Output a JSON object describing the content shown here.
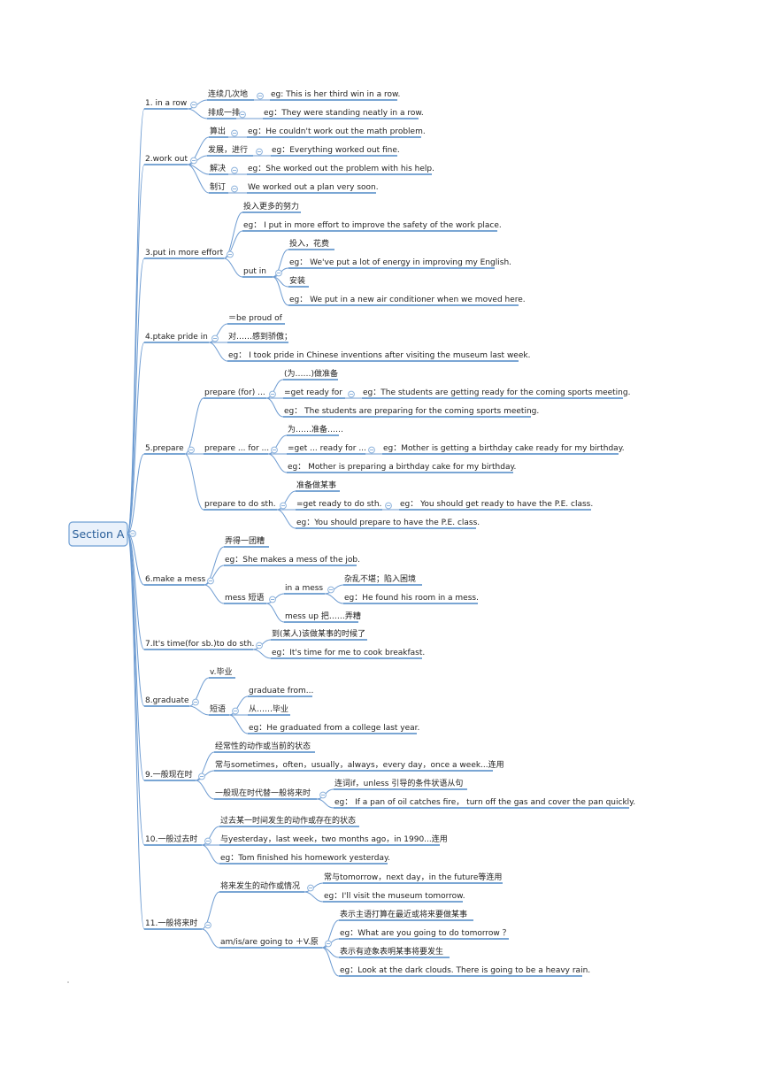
{
  "root": "Section A",
  "nodes": [
    {
      "id": "n1",
      "text": "1. in a row",
      "parent": "root"
    },
    {
      "id": "n1a",
      "text": "连续几次地",
      "parent": "n1"
    },
    {
      "id": "n1a1",
      "text": "eg: This is her third win in a row.",
      "parent": "n1a"
    },
    {
      "id": "n1b",
      "text": "排成一排",
      "parent": "n1"
    },
    {
      "id": "n1b1",
      "text": "eg：They were standing neatly in a row.",
      "parent": "n1b"
    },
    {
      "id": "n2",
      "text": "2.work out",
      "parent": "root"
    },
    {
      "id": "n2a",
      "text": "算出",
      "parent": "n2"
    },
    {
      "id": "n2a1",
      "text": "eg：He couldn't work out the math problem.",
      "parent": "n2a"
    },
    {
      "id": "n2b",
      "text": "发展，进行",
      "parent": "n2"
    },
    {
      "id": "n2b1",
      "text": "eg：Everything worked out fine.",
      "parent": "n2b"
    },
    {
      "id": "n2c",
      "text": "解决",
      "parent": "n2"
    },
    {
      "id": "n2c1",
      "text": "eg：She worked out the problem with his help.",
      "parent": "n2c"
    },
    {
      "id": "n2d",
      "text": "制订",
      "parent": "n2"
    },
    {
      "id": "n2d1",
      "text": "We worked out a plan very soon.",
      "parent": "n2d"
    },
    {
      "id": "n3",
      "text": "3.put in more effort",
      "parent": "root"
    },
    {
      "id": "n3a",
      "text": "投入更多的努力",
      "parent": "n3"
    },
    {
      "id": "n3b",
      "text": "eg： I put in more effort to improve the safety of the work place.",
      "parent": "n3"
    },
    {
      "id": "n3c",
      "text": "put in",
      "parent": "n3"
    },
    {
      "id": "n3c1",
      "text": "投入，花费",
      "parent": "n3c"
    },
    {
      "id": "n3c2",
      "text": "eg： We've put a lot of energy in improving my English.",
      "parent": "n3c"
    },
    {
      "id": "n3c3",
      "text": "安装",
      "parent": "n3c"
    },
    {
      "id": "n3c4",
      "text": "eg： We put in a new air conditioner when we moved here.",
      "parent": "n3c"
    },
    {
      "id": "n4",
      "text": "4.ptake pride in",
      "parent": "root"
    },
    {
      "id": "n4a",
      "text": "＝be proud of",
      "parent": "n4"
    },
    {
      "id": "n4b",
      "text": "对……感到骄傲；",
      "parent": "n4"
    },
    {
      "id": "n4c",
      "text": "eg： I took pride in Chinese inventions after visiting the museum last week.",
      "parent": "n4"
    },
    {
      "id": "n5",
      "text": "5.prepare",
      "parent": "root"
    },
    {
      "id": "n5a",
      "text": "prepare (for) ...",
      "parent": "n5"
    },
    {
      "id": "n5a1",
      "text": "(为……)做准备",
      "parent": "n5a"
    },
    {
      "id": "n5a2",
      "text": "=get ready for",
      "parent": "n5a"
    },
    {
      "id": "n5a2a",
      "text": "eg：The students are getting ready for the coming sports meeting.",
      "parent": "n5a2"
    },
    {
      "id": "n5a3",
      "text": "eg： The students are preparing for the coming sports meeting.",
      "parent": "n5a"
    },
    {
      "id": "n5b",
      "text": "prepare ... for ...",
      "parent": "n5"
    },
    {
      "id": "n5b1",
      "text": "为……准备……",
      "parent": "n5b"
    },
    {
      "id": "n5b2",
      "text": "=get ... ready for ...",
      "parent": "n5b"
    },
    {
      "id": "n5b2a",
      "text": "eg：Mother is getting a birthday cake ready for my birthday.",
      "parent": "n5b2"
    },
    {
      "id": "n5b3",
      "text": "eg： Mother is preparing a birthday cake for my  birthday.",
      "parent": "n5b"
    },
    {
      "id": "n5c",
      "text": "prepare to do sth.",
      "parent": "n5"
    },
    {
      "id": "n5c1",
      "text": "准备做某事",
      "parent": "n5c"
    },
    {
      "id": "n5c2",
      "text": "=get ready to do sth.",
      "parent": "n5c"
    },
    {
      "id": "n5c2a",
      "text": "eg： You should get ready to have the P.E. class.",
      "parent": "n5c2"
    },
    {
      "id": "n5c3",
      "text": "eg：You should prepare to have the P.E. class.",
      "parent": "n5c"
    },
    {
      "id": "n6",
      "text": "6.make a mess",
      "parent": "root"
    },
    {
      "id": "n6a",
      "text": "弄得一团糟",
      "parent": "n6"
    },
    {
      "id": "n6b",
      "text": "eg：She makes a mess of the job.",
      "parent": "n6"
    },
    {
      "id": "n6c",
      "text": "mess 短语",
      "parent": "n6"
    },
    {
      "id": "n6c1",
      "text": "in a mess",
      "parent": "n6c"
    },
    {
      "id": "n6c1a",
      "text": "杂乱不堪；陷入困境",
      "parent": "n6c1"
    },
    {
      "id": "n6c1b",
      "text": "eg：He found his room in a mess.",
      "parent": "n6c1"
    },
    {
      "id": "n6c2",
      "text": "mess up 把……弄糟",
      "parent": "n6c"
    },
    {
      "id": "n7",
      "text": "7.It's time(for sb.)to do sth.",
      "parent": "root"
    },
    {
      "id": "n7a",
      "text": "到(某人)该做某事的时候了",
      "parent": "n7"
    },
    {
      "id": "n7b",
      "text": "eg：It's time for me to cook breakfast.",
      "parent": "n7"
    },
    {
      "id": "n8",
      "text": "8.graduate",
      "parent": "root"
    },
    {
      "id": "n8a",
      "text": "v.毕业",
      "parent": "n8"
    },
    {
      "id": "n8b",
      "text": "短语",
      "parent": "n8"
    },
    {
      "id": "n8b1",
      "text": "graduate from...",
      "parent": "n8b"
    },
    {
      "id": "n8b2",
      "text": "从……毕业",
      "parent": "n8b"
    },
    {
      "id": "n8b3",
      "text": "eg：He graduated from a college last year.",
      "parent": "n8b"
    },
    {
      "id": "n9",
      "text": "9.一般现在时",
      "parent": "root"
    },
    {
      "id": "n9a",
      "text": "经常性的动作或当前的状态",
      "parent": "n9"
    },
    {
      "id": "n9b",
      "text": "常与sometimes，often，usually，always，every day，once a week...连用",
      "parent": "n9"
    },
    {
      "id": "n9c",
      "text": "一般现在时代替一般将来时",
      "parent": "n9"
    },
    {
      "id": "n9c1",
      "text": "连词if，unless 引导的条件状语从句",
      "parent": "n9c"
    },
    {
      "id": "n9c2",
      "text": "eg： If a pan of oil catches fire， turn off the gas and cover the pan quickly.",
      "parent": "n9c"
    },
    {
      "id": "n10",
      "text": "10.一般过去时",
      "parent": "root"
    },
    {
      "id": "n10a",
      "text": "过去某一时间发生的动作或存在的状态",
      "parent": "n10"
    },
    {
      "id": "n10b",
      "text": "与yesterday，last week，two months ago，in 1990...连用",
      "parent": "n10"
    },
    {
      "id": "n10c",
      "text": "eg：Tom finished his homework yesterday.",
      "parent": "n10"
    },
    {
      "id": "n11",
      "text": "11.一般将来时",
      "parent": "root"
    },
    {
      "id": "n11a",
      "text": "将来发生的动作或情况",
      "parent": "n11"
    },
    {
      "id": "n11a1",
      "text": "常与tomorrow，next day，in the future等连用",
      "parent": "n11a"
    },
    {
      "id": "n11a2",
      "text": "eg：I'll visit the museum tomorrow.",
      "parent": "n11a"
    },
    {
      "id": "n11b",
      "text": "am/is/are going to ＋V.原",
      "parent": "n11"
    },
    {
      "id": "n11b1",
      "text": "表示主语打算在最近或将来要做某事",
      "parent": "n11b"
    },
    {
      "id": "n11b2",
      "text": "eg：What are you going to do tomorrow ？",
      "parent": "n11b"
    },
    {
      "id": "n11b3",
      "text": "表示有迹象表明某事将要发生",
      "parent": "n11b"
    },
    {
      "id": "n11b4",
      "text": "eg：Look at the dark clouds. There is going to be a heavy rain.",
      "parent": "n11b"
    }
  ]
}
